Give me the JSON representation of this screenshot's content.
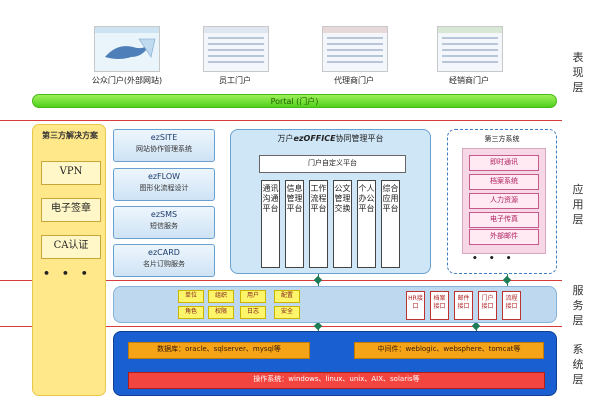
{
  "tiers": {
    "presentation": "表现层",
    "application": "应用层",
    "service": "服务层",
    "system": "系统层"
  },
  "portals": [
    {
      "label": "公众门户(外部网站)"
    },
    {
      "label": "员工门户"
    },
    {
      "label": "代理商门户"
    },
    {
      "label": "经销商门户"
    }
  ],
  "portal_bar": "Portal (门户)",
  "third_party_left": {
    "title": "第三方解决方案",
    "items": [
      "VPN",
      "电子签章",
      "CA认证"
    ],
    "more": "• • •"
  },
  "ez_modules": [
    {
      "name": "ezSITE",
      "desc": "网站协作管理系统"
    },
    {
      "name": "ezFLOW",
      "desc": "图形化流程设计"
    },
    {
      "name": "ezSMS",
      "desc": "短信服务"
    },
    {
      "name": "ezCARD",
      "desc": "名片订购服务"
    }
  ],
  "ezoffice": {
    "title_prefix": "万户",
    "title_brand": "ezOFFICE",
    "title_suffix": "协同管理平台",
    "portal_custom": "门户自定义平台",
    "columns": [
      "通讯沟通平台",
      "信息管理平台",
      "工作流程平台",
      "公文管理交换",
      "个人办公平台",
      "综合应用平台"
    ]
  },
  "third_party_system": {
    "title": "第三方系统",
    "items": [
      "即时通讯",
      "档案系统",
      "人力资源",
      "电子传真",
      "外部邮件"
    ],
    "more": "• • •"
  },
  "service_layer": {
    "row1": [
      "单位",
      "组织",
      "用户",
      "配置"
    ],
    "row2": [
      "角色",
      "权限",
      "日志",
      "安全"
    ],
    "interfaces": [
      "HR接口",
      "档案接口",
      "邮件接口",
      "门户接口",
      "流程接口"
    ]
  },
  "system_layer": {
    "database": "数据库：oracle、sqlserver、mysql等",
    "middleware": "中间件：weblogic、websphere、tomcat等",
    "os": "操作系统：windows、linux、unix、AIX、solaris等"
  }
}
